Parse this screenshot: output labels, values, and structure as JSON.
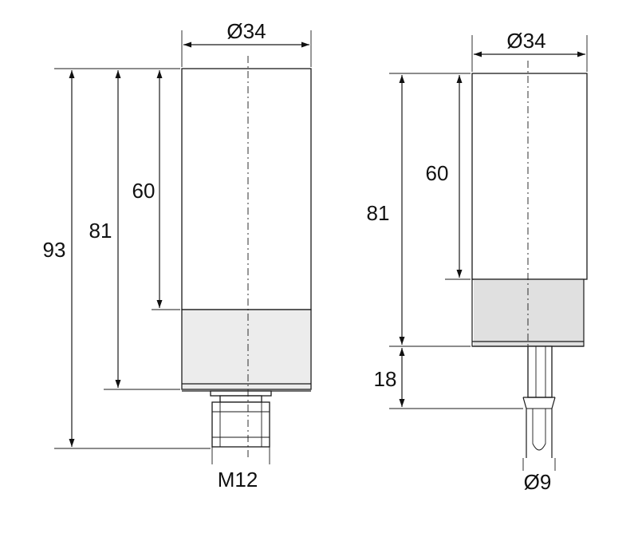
{
  "left_view": {
    "diameter_label": "Ø34",
    "dim_93": "93",
    "dim_81": "81",
    "dim_60": "60",
    "thread_label": "M12"
  },
  "right_view": {
    "diameter_label": "Ø34",
    "dim_81": "81",
    "dim_60": "60",
    "dim_18": "18",
    "cable_label": "Ø9"
  }
}
